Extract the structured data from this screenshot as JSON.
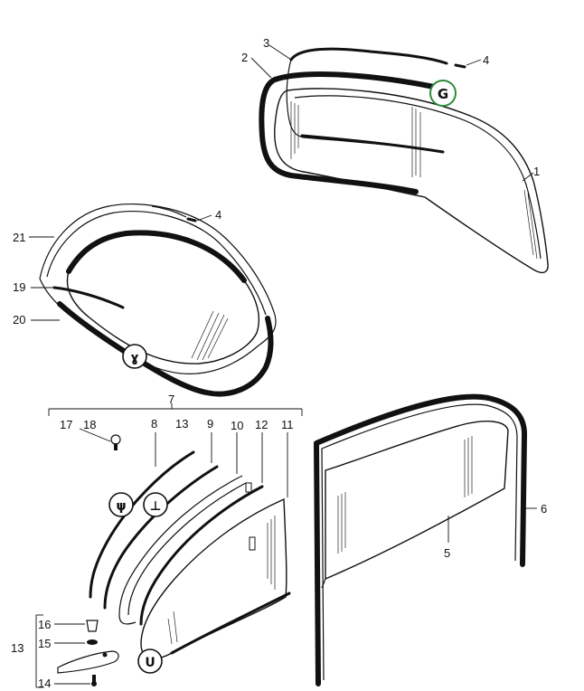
{
  "diagram": {
    "callouts": {
      "c1": "1",
      "c2": "2",
      "c3": "3",
      "c4a": "4",
      "c4b": "4",
      "c5": "5",
      "c6": "6",
      "c7": "7",
      "c8": "8",
      "c9": "9",
      "c10": "10",
      "c11": "11",
      "c12": "12",
      "c13a": "13",
      "c13b": "13",
      "c14": "14",
      "c15": "15",
      "c16": "16",
      "c17": "17",
      "c18": "18",
      "c19": "19",
      "c20": "20",
      "c21": "21"
    },
    "highlight_color": "#2e8b3c",
    "ink_color": "#111111"
  }
}
